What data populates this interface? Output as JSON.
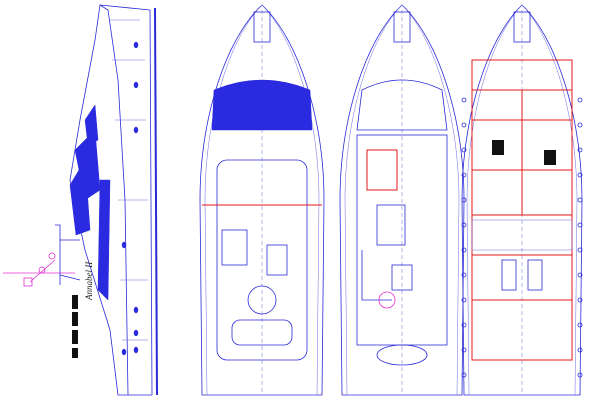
{
  "drawing": {
    "vessel_name": "Annabel II",
    "views": [
      "side-profile",
      "flybridge-plan",
      "main-deck-plan",
      "lower-deck-plan"
    ]
  },
  "colors": {
    "outline": "#2a2ad8",
    "accent": "#e01818",
    "equipment": "#e030d0"
  }
}
